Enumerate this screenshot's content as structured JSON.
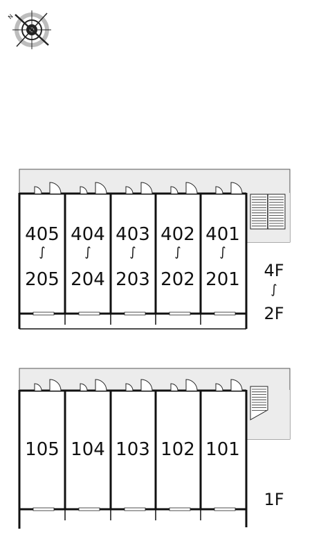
{
  "compass": {
    "icon": "compass-icon",
    "north_label": "N"
  },
  "upper_block": {
    "floor_label_top": "4F",
    "floor_label_range": "∫",
    "floor_label_bottom": "2F",
    "units": [
      {
        "top": "405",
        "range": "∫",
        "bottom": "205"
      },
      {
        "top": "404",
        "range": "∫",
        "bottom": "204"
      },
      {
        "top": "403",
        "range": "∫",
        "bottom": "203"
      },
      {
        "top": "402",
        "range": "∫",
        "bottom": "202"
      },
      {
        "top": "401",
        "range": "∫",
        "bottom": "201"
      }
    ]
  },
  "lower_block": {
    "floor_label": "1F",
    "units": [
      {
        "number": "105"
      },
      {
        "number": "104"
      },
      {
        "number": "103"
      },
      {
        "number": "102"
      },
      {
        "number": "101"
      }
    ]
  },
  "colors": {
    "corridor": "#ececec",
    "line": "#111111",
    "background": "#ffffff"
  }
}
